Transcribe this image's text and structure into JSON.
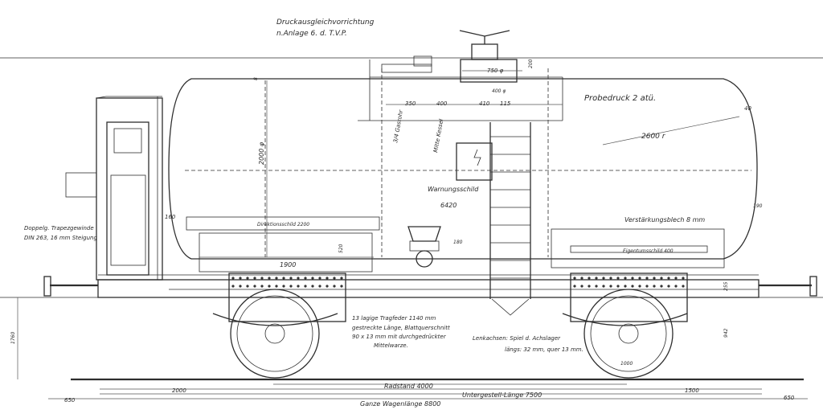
{
  "annotations": {
    "pressure_device": "Druckausgleichvorrichtung",
    "pressure_device_ref": "n.Anlage 6. d. T.V.P.",
    "test_pressure": "Probedruck 2 atü.",
    "radius": "2600 r",
    "dim_40": "40",
    "gas_pipe": "3/4 Gasrohr",
    "warning_sign_side": "Mitte Kessel",
    "warning_sign": "Warnungsschild",
    "reinforcement": "Verstärkungsblech 8 mm",
    "owner_plate": "Eigentumsschild 400",
    "direction_plate": "Direktionsschild 2200",
    "thread": "Doppelg. Trapezgewinde",
    "thread_spec": "DIN 263, 16 mm Steigung",
    "spring_1": "13 lagige Tragfeder 1140 mm",
    "spring_2": "gestreckte Länge, Blattquerschnitt",
    "spring_3": "90 x 13 mm mit durchgedrückter",
    "spring_4": "Mittelwarze.",
    "axle_1": "Lenkachsen: Spiel d. Achslager",
    "axle_2": "längs: 32 mm, quer 13 mm."
  },
  "dimensions": {
    "d750": "750 φ",
    "d400_top": "400 φ",
    "d350": "350",
    "d400": "400",
    "d410": "410",
    "d115": "115",
    "d200": "200",
    "d8": "8",
    "d2000": "2000 φ",
    "d6420": "6420",
    "d1900": "1900",
    "d160": "160",
    "d190": "190",
    "d180": "180",
    "d520": "520",
    "d255": "255",
    "d942": "942",
    "d1760": "1760",
    "d1000": "1000",
    "wheelbase": "Radstand 4000",
    "left_2000": "2000",
    "right_1500": "1500",
    "underframe": "Untergestell-Länge 7500",
    "total_length": "Ganze Wagenlänge 8800",
    "left_650": "650",
    "right_650": "650"
  }
}
